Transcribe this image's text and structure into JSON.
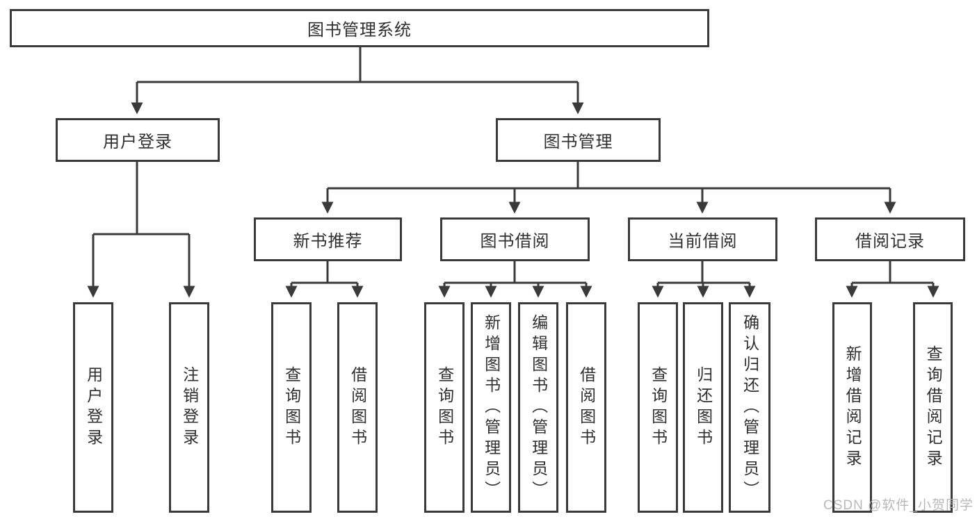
{
  "colors": {
    "line": "#3a3a3a",
    "box_border": "#3a3a3a",
    "box_background": "#ffffff",
    "text": "#2f2f2f",
    "watermark": "#b0b0b0",
    "page_background": "#ffffff"
  },
  "watermark": {
    "text": "CSDN @软件_小贺同学"
  },
  "tree": {
    "root": {
      "label": "图书管理系统"
    },
    "children": [
      {
        "label": "用户登录",
        "leaves": [
          {
            "label": "用户登录"
          },
          {
            "label": "注销登录"
          }
        ]
      },
      {
        "label": "图书管理",
        "children": [
          {
            "label": "新书推荐",
            "leaves": [
              {
                "label": "查询图书"
              },
              {
                "label": "借阅图书"
              }
            ]
          },
          {
            "label": "图书借阅",
            "leaves": [
              {
                "label": "查询图书"
              },
              {
                "label": "新增图书（管理员）"
              },
              {
                "label": "编辑图书（管理员）"
              },
              {
                "label": "借阅图书"
              }
            ]
          },
          {
            "label": "当前借阅",
            "leaves": [
              {
                "label": "查询图书"
              },
              {
                "label": "归还图书"
              },
              {
                "label": "确认归还（管理员）"
              }
            ]
          },
          {
            "label": "借阅记录",
            "leaves": [
              {
                "label": "新增借阅记录"
              },
              {
                "label": "查询借阅记录"
              }
            ]
          }
        ]
      }
    ]
  }
}
